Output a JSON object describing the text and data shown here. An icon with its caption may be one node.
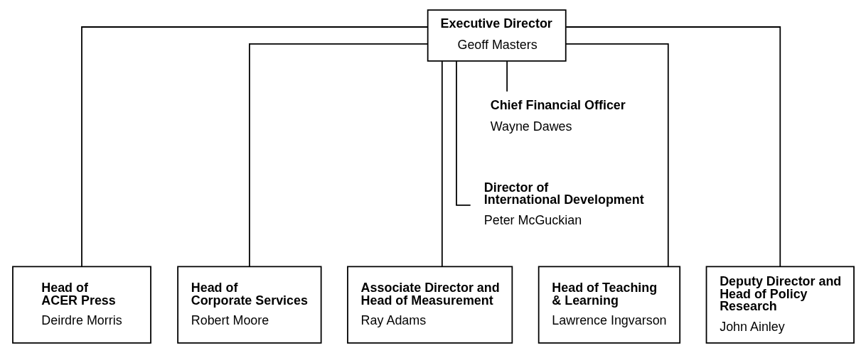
{
  "diagram": {
    "nodes": [
      {
        "text": [
          "Executive Director",
          "Geoff Masters"
        ]
      },
      {
        "text": [
          "Chief Financial Officer",
          "Wayne Dawes"
        ]
      },
      {
        "text": [
          "Director of International Development",
          "Peter McGuckian"
        ]
      },
      {
        "text": [
          "Head of ACER Press",
          "Deirdre Morris"
        ]
      },
      {
        "text": [
          "Head of Corporate Services",
          "Robert Moore"
        ]
      },
      {
        "text": [
          "Head of Teaching & Learning",
          "Lawrence Ingvarson"
        ]
      },
      {
        "text": [
          "Associate Director and Head of Measurement",
          "Ray Adams"
        ]
      },
      {
        "text": [
          "Deputy Director and Head of Policy Research",
          "John Ainley"
        ]
      }
    ],
    "edges": [
      {
        "from": 0,
        "to": 1,
        "arrow": "none"
      },
      {
        "from": 0,
        "to": 2,
        "arrow": "none"
      },
      {
        "from": 0,
        "to": 3,
        "arrow": "none"
      },
      {
        "from": 0,
        "to": 4,
        "arrow": "none"
      },
      {
        "from": 0,
        "to": 5,
        "arrow": "none"
      },
      {
        "from": 0,
        "to": 6,
        "arrow": "none"
      },
      {
        "from": 0,
        "to": 7,
        "arrow": "none"
      }
    ]
  }
}
